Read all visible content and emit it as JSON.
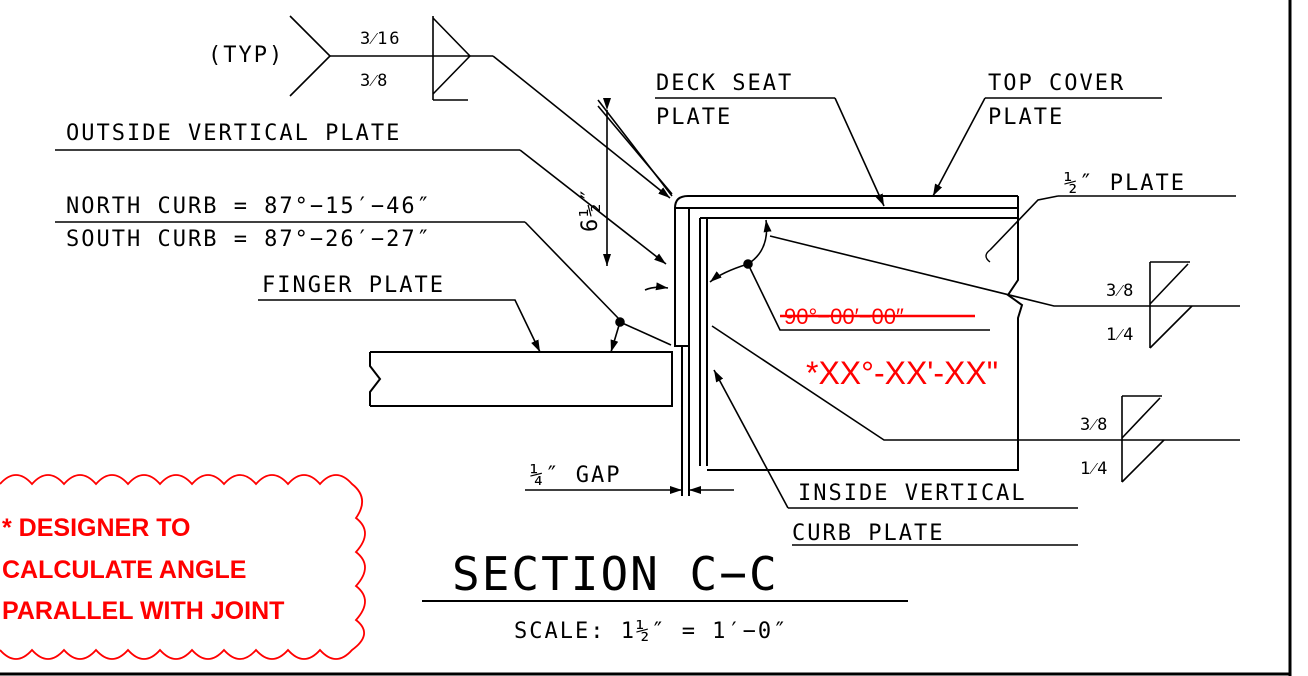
{
  "weld_typ": {
    "label": "(TYP)",
    "size_top": "3⁄16",
    "size_bottom": "3⁄8"
  },
  "labels": {
    "outside_vertical_plate": "OUTSIDE VERTICAL PLATE",
    "north_curb": "NORTH CURB = 87°−15′−46″",
    "south_curb": "SOUTH CURB = 87°−26′−27″",
    "finger_plate": "FINGER PLATE",
    "deck_seat_plate_1": "DECK SEAT",
    "deck_seat_plate_2": "PLATE",
    "top_cover_plate_1": "TOP COVER",
    "top_cover_plate_2": "PLATE",
    "half_inch_plate": "½″ PLATE",
    "height_dim": "6½″",
    "angle_struck": "90°−00′−00″",
    "angle_placeholder": "*XX°-XX'-XX\"",
    "gap": "¼″ GAP",
    "inside_vertical_1": "INSIDE VERTICAL",
    "inside_vertical_2": "CURB PLATE"
  },
  "weld_right_1": {
    "top": "3⁄8",
    "bottom": "1⁄4"
  },
  "weld_right_2": {
    "top": "3⁄8",
    "bottom": "1⁄4"
  },
  "title": {
    "main": "SECTION C−C",
    "scale": "SCALE: 1½″ = 1′−0″"
  },
  "note": {
    "line1": "* DESIGNER TO",
    "line2": "CALCULATE ANGLE",
    "line3": "PARALLEL WITH JOINT"
  },
  "colors": {
    "ink": "#000000",
    "markup": "#ff0000"
  }
}
